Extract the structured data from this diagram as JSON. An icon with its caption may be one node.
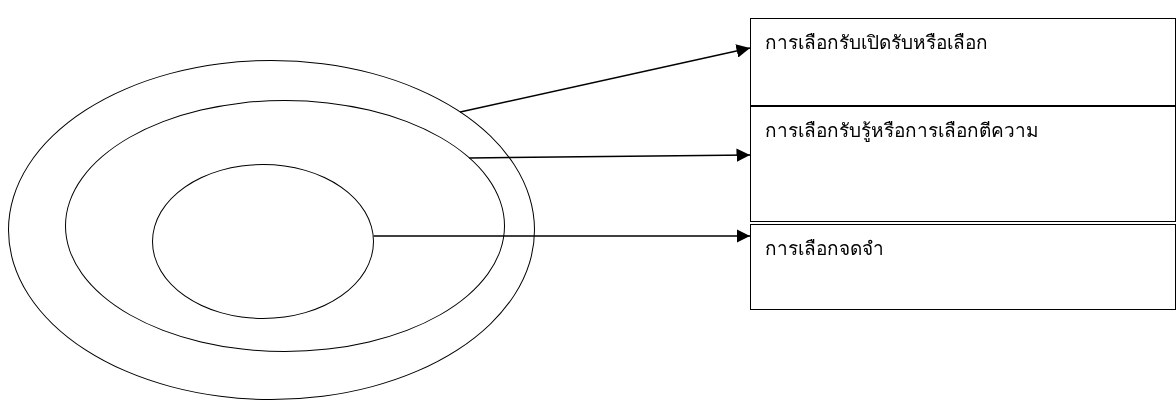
{
  "diagram": {
    "nodes": [
      {
        "text": [],
        "shape": "circle"
      },
      {
        "text": [],
        "shape": "circle",
        "in": 0
      },
      {
        "text": [],
        "shape": "circle",
        "in": 1
      },
      {
        "text": [
          "การเลือกรับเปิดรับหรือเลือก"
        ]
      },
      {
        "text": [
          "การเลือกรับรู้หรือการเลือกตีความ"
        ]
      },
      {
        "text": [
          "การเลือกจดจำ"
        ]
      }
    ],
    "edges": [
      {
        "from": 0,
        "to": 3,
        "arrow": "to"
      },
      {
        "from": 1,
        "to": 4,
        "arrow": "to"
      },
      {
        "from": 2,
        "to": 5,
        "arrow": "to"
      }
    ]
  }
}
